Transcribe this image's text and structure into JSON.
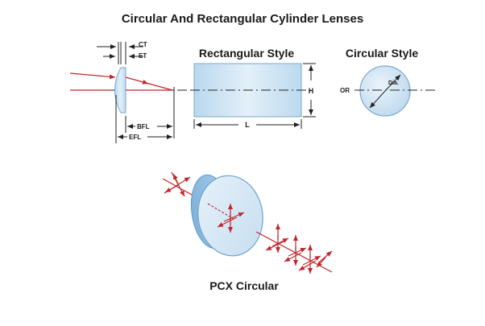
{
  "diagram": {
    "title": "Circular And Rectangular Cylinder Lenses",
    "rect_style_label": "Rectangular Style",
    "circ_style_label": "Circular Style",
    "or_label": "OR",
    "labels": {
      "ct": "CT",
      "et": "ET",
      "bfl": "BFL",
      "efl": "EFL",
      "length": "L",
      "height": "H",
      "diameter": "Dia."
    },
    "pcx_label": "PCX Circular"
  },
  "colors": {
    "lens_fill": "#cfe4f3",
    "lens_edge": "#9cc6e6",
    "ray": "#c0272d",
    "line": "#222222"
  }
}
